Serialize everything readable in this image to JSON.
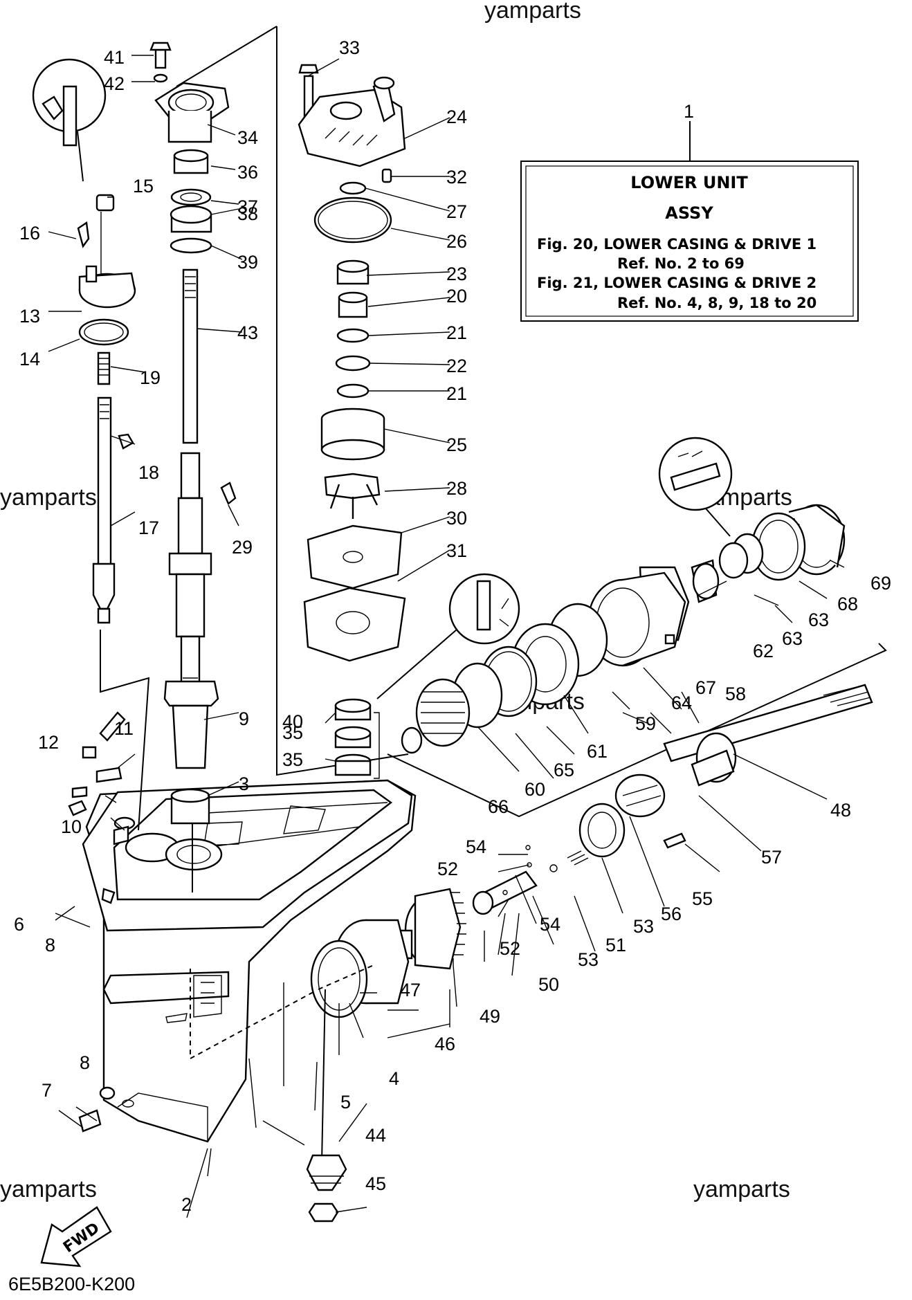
{
  "watermarks": {
    "top": "yamparts",
    "left_middle": "yamparts",
    "right_middle": "yamparts",
    "center": "yamparts",
    "bottom_left": "yamparts",
    "bottom_right": "yamparts"
  },
  "info_box": {
    "ref_number": "1",
    "line1": "LOWER UNIT",
    "line2": "ASSY",
    "line3": "Fig. 20, LOWER CASING & DRIVE 1",
    "line4": "Ref. No. 2 to 69",
    "line5": "Fig. 21, LOWER CASING & DRIVE 2",
    "line6": "Ref. No. 4, 8, 9, 18 to 20"
  },
  "part_labels": {
    "p2": "2",
    "p3": "3",
    "p4": "4",
    "p5": "5",
    "p6": "6",
    "p7": "7",
    "p8a": "8",
    "p8b": "8",
    "p9": "9",
    "p10": "10",
    "p11": "11",
    "p12": "12",
    "p13": "13",
    "p14": "14",
    "p15": "15",
    "p16": "16",
    "p17": "17",
    "p18": "18",
    "p19": "19",
    "p20": "20",
    "p21a": "21",
    "p21b": "21",
    "p22": "22",
    "p23": "23",
    "p24": "24",
    "p25": "25",
    "p26": "26",
    "p27": "27",
    "p28": "28",
    "p29": "29",
    "p30": "30",
    "p31": "31",
    "p32": "32",
    "p33": "33",
    "p34": "34",
    "p35a": "35",
    "p35b": "35",
    "p36": "36",
    "p37": "37",
    "p38": "38",
    "p39": "39",
    "p40": "40",
    "p41": "41",
    "p42": "42",
    "p43": "43",
    "p44": "44",
    "p45": "45",
    "p46": "46",
    "p47": "47",
    "p48": "48",
    "p49": "49",
    "p50": "50",
    "p51": "51",
    "p52a": "52",
    "p52b": "52",
    "p53a": "53",
    "p53b": "53",
    "p54a": "54",
    "p54b": "54",
    "p55": "55",
    "p56": "56",
    "p57": "57",
    "p58": "58",
    "p59": "59",
    "p60": "60",
    "p61": "61",
    "p62": "62",
    "p63a": "63",
    "p63b": "63",
    "p64": "64",
    "p65": "65",
    "p66": "66",
    "p67": "67",
    "p68": "68",
    "p69": "69"
  },
  "fwd_arrow": "FWD",
  "diagram_code": "6E5B200-K200"
}
